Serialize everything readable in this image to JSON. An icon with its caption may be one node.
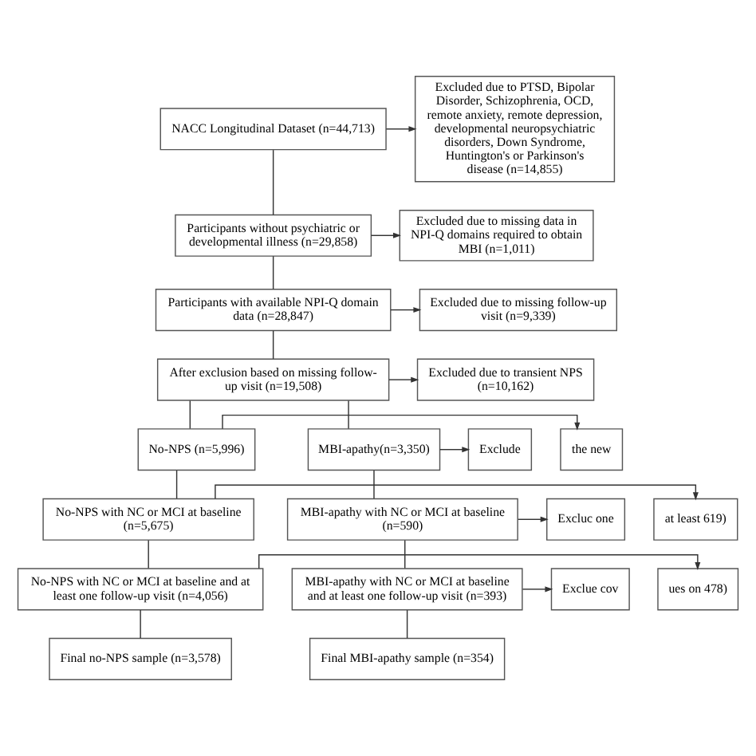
{
  "diagram": {
    "nodes": [
      {
        "text": [
          "NACC Longitudinal Dataset (n=44,713)"
        ]
      },
      {
        "text": [
          "Excluded due to PTSD, Bipolar Disorder, Schizophrenia, OCD, remote anxiety, remote depression, developmental neuropsychiatric disorders, Down Syndrome, Huntington's or Parkinson's disease (n=14,855)"
        ]
      },
      {
        "text": [
          "Participants without psychiatric or developmental illness (n=29,858)"
        ]
      },
      {
        "text": [
          "Excluded due to missing data in NPI-Q domains required to obtain MBI (n=1,011)"
        ]
      },
      {
        "text": [
          "Participants with available NPI-Q domain data (n=28,847)"
        ]
      },
      {
        "text": [
          "Excluded due to missing follow-up visit (n=9,339)"
        ]
      },
      {
        "text": [
          "After exclusion based on missing follow-up visit (n=19,508)"
        ]
      },
      {
        "text": [
          "Excluded due to transient NPS (n=10,162)"
        ]
      },
      {
        "text": [
          "No-NPS (n=5,996)"
        ]
      },
      {
        "text": [
          "MBI-apathy(n=3,350)"
        ]
      },
      {
        "text": [
          "the new"
        ]
      },
      {
        "text": [
          "Exclude"
        ]
      },
      {
        "text": [
          "No-NPS with NC or MCI at baseline (n=5,675)"
        ]
      },
      {
        "text": [
          "MBI-apathy with NC or MCI at baseline (n=590)"
        ]
      },
      {
        "text": [
          "at least 619)"
        ]
      },
      {
        "text": [
          "Excluc one"
        ]
      },
      {
        "text": [
          "No-NPS with NC or MCI at baseline and at least one follow-up visit (n=4,056)"
        ]
      },
      {
        "text": [
          "MBI-apathy with NC or MCI at baseline and at least one follow-up visit (n=393)"
        ]
      },
      {
        "text": [
          "ues on 478)"
        ]
      },
      {
        "text": [
          "Exclue cov"
        ]
      },
      {
        "text": [
          "Final no-NPS sample (n=3,578)"
        ]
      },
      {
        "text": [
          "Final MBI-apathy sample (n=354)"
        ]
      }
    ],
    "edges": [
      {
        "from": 0,
        "to": 2,
        "arrow": "none"
      },
      {
        "from": 0,
        "to": 1,
        "arrow": "to"
      },
      {
        "from": 2,
        "to": 4,
        "arrow": "none"
      },
      {
        "from": 2,
        "to": 3,
        "arrow": "to"
      },
      {
        "from": 4,
        "to": 6,
        "arrow": "none"
      },
      {
        "from": 4,
        "to": 5,
        "arrow": "to"
      },
      {
        "from": 6,
        "to": 8,
        "arrow": "none"
      },
      {
        "from": 6,
        "to": 9,
        "arrow": "none"
      },
      {
        "from": 6,
        "to": 7,
        "arrow": "to"
      },
      {
        "from": 8,
        "to": 12,
        "arrow": "none"
      },
      {
        "from": 8,
        "to": 10,
        "arrow": "to"
      },
      {
        "from": 12,
        "to": 16,
        "arrow": "none"
      },
      {
        "from": 12,
        "to": 14,
        "arrow": "to"
      },
      {
        "from": 16,
        "to": 20,
        "arrow": "none"
      },
      {
        "from": 16,
        "to": 18,
        "arrow": "to"
      },
      {
        "from": 9,
        "to": 13,
        "arrow": "none"
      },
      {
        "from": 9,
        "to": 11,
        "arrow": "to"
      },
      {
        "from": 13,
        "to": 17,
        "arrow": "none"
      },
      {
        "from": 13,
        "to": 15,
        "arrow": "to"
      },
      {
        "from": 17,
        "to": 21,
        "arrow": "none"
      },
      {
        "from": 17,
        "to": 19,
        "arrow": "to"
      }
    ]
  }
}
